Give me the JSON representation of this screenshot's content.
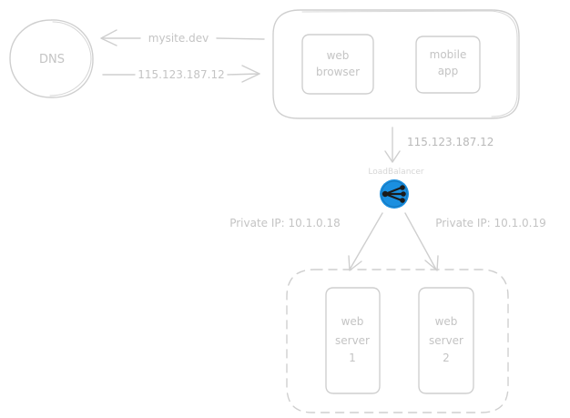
{
  "nodes": {
    "dns": "DNS",
    "web_browser": [
      "web",
      "browser"
    ],
    "mobile_app": [
      "mobile",
      "app"
    ],
    "load_balancer": "LoadBalancer",
    "web_server_1": [
      "web",
      "server",
      "1"
    ],
    "web_server_2": [
      "web",
      "server",
      "2"
    ]
  },
  "edges": {
    "browser_to_dns": "mysite.dev",
    "dns_to_browser": "115.123.187.12",
    "client_to_lb": "115.123.187.12",
    "lb_to_server1": "Private IP: 10.1.0.18",
    "lb_to_server2": "Private IP: 10.1.0.19"
  },
  "colors": {
    "stroke": "#cfcfcf",
    "text": "#c4c4c4",
    "lb_icon_fill": "#1a8fe0",
    "lb_icon_ink": "#1b1b1b"
  },
  "icons": {
    "load_balancer": "load-balancer-icon"
  }
}
